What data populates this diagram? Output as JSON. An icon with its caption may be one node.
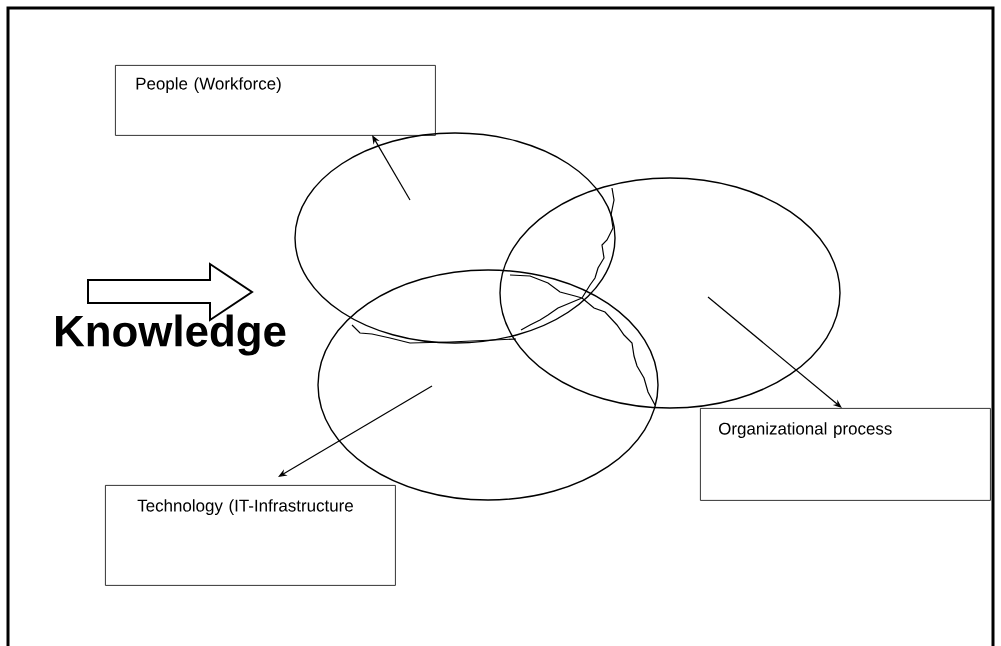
{
  "diagram": {
    "nodes": [
      {
        "text": [
          "People (Workforce)"
        ]
      },
      {
        "text": [
          "Organizational process"
        ]
      },
      {
        "text": [
          "Technology (IT-Infrastructure"
        ]
      },
      {
        "text": [],
        "shape": "ellipse"
      },
      {
        "text": [],
        "shape": "ellipse"
      },
      {
        "text": [],
        "shape": "ellipse"
      }
    ],
    "edges": [
      {
        "from": 3,
        "to": 0,
        "arrow": "to"
      },
      {
        "from": 4,
        "to": 1,
        "arrow": "to"
      },
      {
        "from": 5,
        "to": 2,
        "arrow": "to"
      }
    ],
    "labels": [
      "Knowledge"
    ]
  }
}
